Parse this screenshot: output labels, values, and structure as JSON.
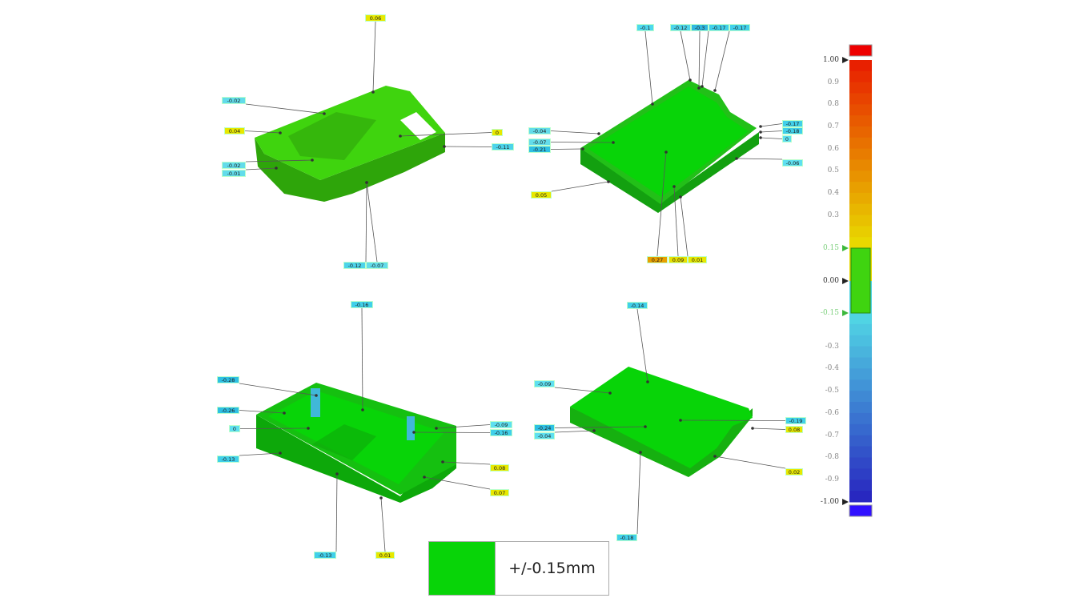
{
  "views": [
    {
      "name": "top-view",
      "labels": [
        {
          "text": "0.06",
          "color": "#e8e800"
        },
        {
          "text": "-0.02",
          "color": "#62dcea"
        },
        {
          "text": "0.04",
          "color": "#e8e800"
        },
        {
          "text": "0",
          "color": "#e8e800"
        },
        {
          "text": "-0.11",
          "color": "#4cd4ea"
        },
        {
          "text": "-0.02",
          "color": "#62dcea"
        },
        {
          "text": "-0.01",
          "color": "#62dcea"
        },
        {
          "text": "-0.12",
          "color": "#4cd4ea"
        },
        {
          "text": "-0.07",
          "color": "#62dcea"
        }
      ]
    },
    {
      "name": "inner-bottom-view",
      "labels": [
        {
          "text": "-0.1",
          "color": "#4cd8ee"
        },
        {
          "text": "-0.12",
          "color": "#4cd4ea"
        },
        {
          "text": "-0.3",
          "color": "#30b8e0"
        },
        {
          "text": "-0.17",
          "color": "#40d0ea"
        },
        {
          "text": "-0.17",
          "color": "#40d0ea"
        },
        {
          "text": "-0.04",
          "color": "#62dcea"
        },
        {
          "text": "-0.07",
          "color": "#62dcea"
        },
        {
          "text": "-0.21",
          "color": "#2ec0e4"
        },
        {
          "text": "-0.17",
          "color": "#40d0ea"
        },
        {
          "text": "-0.18",
          "color": "#40d0ea"
        },
        {
          "text": "0",
          "color": "#5ee0f0"
        },
        {
          "text": "-0.06",
          "color": "#5ee0f0"
        },
        {
          "text": "0.05",
          "color": "#e8e800"
        },
        {
          "text": "0.27",
          "color": "#e8a000"
        },
        {
          "text": "0.09",
          "color": "#e8e000"
        },
        {
          "text": "0.01",
          "color": "#e8e800"
        }
      ]
    },
    {
      "name": "inner-top-view",
      "labels": [
        {
          "text": "-0.16",
          "color": "#40d0ea"
        },
        {
          "text": "-0.28",
          "color": "#2ec0e4"
        },
        {
          "text": "-0.26",
          "color": "#2ec0e4"
        },
        {
          "text": "0",
          "color": "#5ee0f0"
        },
        {
          "text": "-0.09",
          "color": "#5ee0f0"
        },
        {
          "text": "-0.16",
          "color": "#40d0ea"
        },
        {
          "text": "-0.13",
          "color": "#40d0ea"
        },
        {
          "text": "0.08",
          "color": "#e8e800"
        },
        {
          "text": "0.07",
          "color": "#e8e800"
        },
        {
          "text": "-0.13",
          "color": "#40d0ea"
        },
        {
          "text": "0.01",
          "color": "#e8e800"
        }
      ]
    },
    {
      "name": "bottom-view",
      "labels": [
        {
          "text": "-0.14",
          "color": "#40d0ea"
        },
        {
          "text": "-0.09",
          "color": "#5ee0f0"
        },
        {
          "text": "-0.24",
          "color": "#2ec0e4"
        },
        {
          "text": "-0.04",
          "color": "#5ee0f0"
        },
        {
          "text": "-0.19",
          "color": "#40d0ea"
        },
        {
          "text": "0.08",
          "color": "#e8e800"
        },
        {
          "text": "0.02",
          "color": "#e8e800"
        },
        {
          "text": "-0.18",
          "color": "#40d0ea"
        }
      ]
    }
  ],
  "colorbar": {
    "ticks": [
      {
        "value": 1.0,
        "text": "1.00",
        "kind": "major"
      },
      {
        "value": 0.9,
        "text": "0.9"
      },
      {
        "value": 0.8,
        "text": "0.8"
      },
      {
        "value": 0.7,
        "text": "0.7"
      },
      {
        "value": 0.6,
        "text": "0.6"
      },
      {
        "value": 0.5,
        "text": "0.5"
      },
      {
        "value": 0.4,
        "text": "0.4"
      },
      {
        "value": 0.3,
        "text": "0.3"
      },
      {
        "value": 0.15,
        "text": "0.15",
        "kind": "tol"
      },
      {
        "value": 0.0,
        "text": "0.00",
        "kind": "major"
      },
      {
        "value": -0.15,
        "text": "-0.15",
        "kind": "tol"
      },
      {
        "value": -0.3,
        "text": "-0.3"
      },
      {
        "value": -0.4,
        "text": "-0.4"
      },
      {
        "value": -0.5,
        "text": "-0.5"
      },
      {
        "value": -0.6,
        "text": "-0.6"
      },
      {
        "value": -0.7,
        "text": "-0.7"
      },
      {
        "value": -0.8,
        "text": "-0.8"
      },
      {
        "value": -0.9,
        "text": "-0.9"
      },
      {
        "value": -1.0,
        "text": "-1.00",
        "kind": "major"
      }
    ],
    "range": [
      -1.0,
      1.0
    ],
    "tolerance": 0.15,
    "colors": {
      "max": "#e82000",
      "high_low": "#e8d800",
      "tol": "#3fd410",
      "neg_low": "#50d4e4",
      "min": "#2828c0",
      "over": "#ee0000",
      "under": "#3010ff"
    }
  },
  "legend": {
    "text": "+/-0.15mm",
    "color": "#08d408"
  }
}
